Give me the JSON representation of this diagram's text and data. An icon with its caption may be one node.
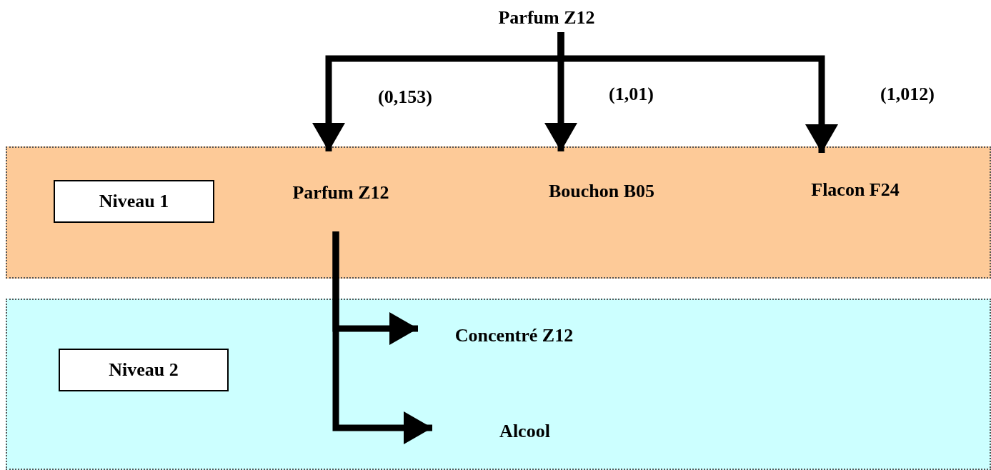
{
  "diagram": {
    "nodes": [
      {
        "text": [
          "Parfum Z12"
        ]
      },
      {
        "text": [],
        "shape": "band"
      },
      {
        "text": [
          "Niveau 1"
        ],
        "in": 1
      },
      {
        "text": [
          "Parfum Z12"
        ],
        "in": 1
      },
      {
        "text": [
          "Bouchon B05"
        ],
        "in": 1
      },
      {
        "text": [
          "Flacon F24"
        ],
        "in": 1
      },
      {
        "text": [],
        "shape": "band"
      },
      {
        "text": [
          "Niveau 2"
        ],
        "in": 6
      },
      {
        "text": [
          "Concentré Z12"
        ],
        "in": 6
      },
      {
        "text": [
          "Alcool"
        ],
        "in": 6
      }
    ],
    "edges": [
      {
        "from": 0,
        "to": 3,
        "arrow": "to",
        "label": "(0,153)"
      },
      {
        "from": 0,
        "to": 4,
        "arrow": "to",
        "label": "(1,01)"
      },
      {
        "from": 0,
        "to": 5,
        "arrow": "to",
        "label": "(1,012)"
      },
      {
        "from": 3,
        "to": 8,
        "arrow": "to"
      },
      {
        "from": 3,
        "to": 9,
        "arrow": "to"
      }
    ]
  }
}
